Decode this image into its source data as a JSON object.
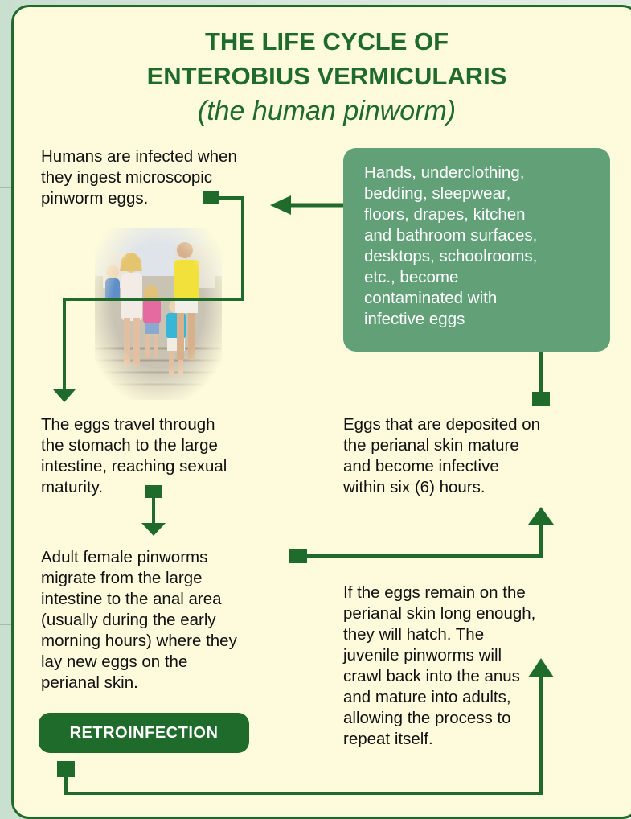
{
  "title": {
    "line1": "THE LIFE CYCLE OF",
    "line2": "ENTEROBIUS VERMICULARIS",
    "subtitle": "(the human pinworm)"
  },
  "steps": {
    "ingest": [
      "Humans are infected when",
      "they ingest microscopic",
      "pinworm eggs."
    ],
    "contaminated": [
      "Hands, underclothing,",
      "bedding, sleepwear,",
      "floors, drapes, kitchen",
      "and bathroom surfaces,",
      "desktops, schoolrooms,",
      "etc., become",
      "contaminated with",
      "infective eggs"
    ],
    "travel": [
      "The eggs travel through",
      "the stomach to the large",
      "intestine, reaching sexual",
      "maturity."
    ],
    "mature": [
      "Eggs that are deposited on",
      "the perianal skin mature",
      "and become infective",
      "within six (6) hours."
    ],
    "migrate": [
      "Adult female pinworms",
      "migrate from the large",
      "intestine to the anal area",
      "(usually during the early",
      "morning hours) where they",
      "lay new eggs on the",
      "perianal skin."
    ],
    "hatch": [
      "If the eggs remain on the",
      "perianal skin long enough,",
      "they will hatch. The",
      "juvenile pinworms will",
      "crawl back into the anus",
      "and mature into adults,",
      "allowing the process to",
      "repeat itself."
    ]
  },
  "retroinfection_label": "RETROINFECTION",
  "colors": {
    "accent_green": "#1f6b2c",
    "box_green": "#62a078",
    "card_bg": "#fdfbdb"
  }
}
